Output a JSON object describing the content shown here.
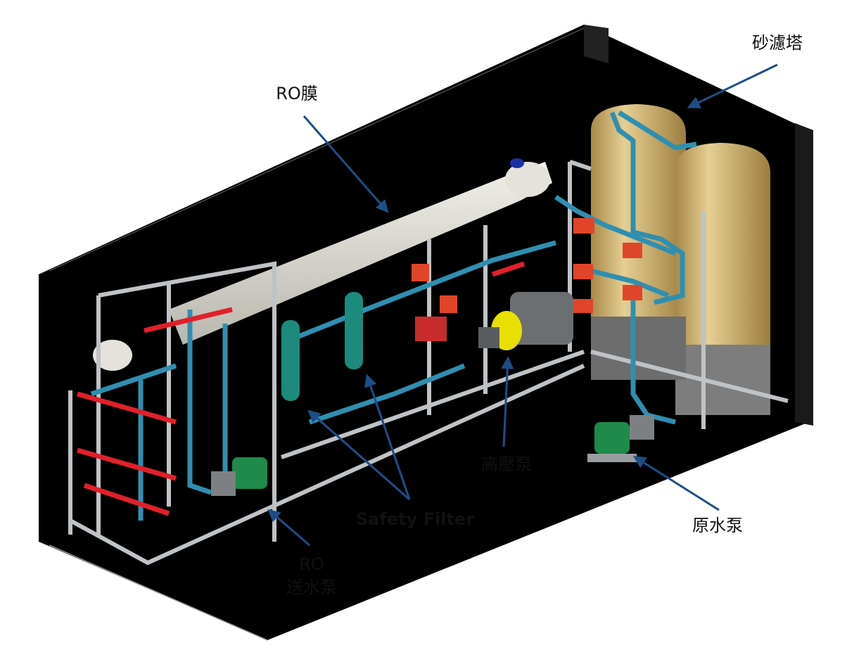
{
  "labels": {
    "ro_membrane": "RO膜",
    "sand_filter_tower": "砂濾塔",
    "high_pressure_pump": "高壓泵",
    "raw_water_pump": "原水泵",
    "safety_filter": "Safety Filter",
    "ro_feed_pump_line1": "RO",
    "ro_feed_pump_line2": "送水泵"
  },
  "colors": {
    "container": "#000000",
    "frame": "#bfc3c6",
    "pipe_blue": "#2f8fb0",
    "pipe_red": "#e0202a",
    "tank_gold": "#c8aa62",
    "filter_green": "#1c8a7c",
    "motor_green": "#1f8a4a",
    "membrane": "#d9d7cf",
    "pump_yellow": "#e8e000",
    "arrow": "#1d4e86"
  }
}
